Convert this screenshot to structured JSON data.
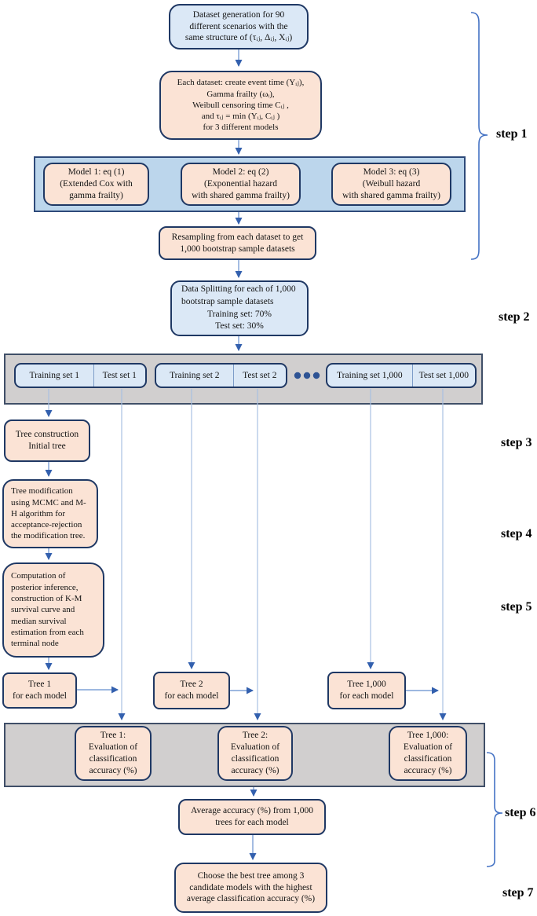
{
  "figure": {
    "steps": [
      {
        "label": "step 1"
      },
      {
        "label": "step 2"
      },
      {
        "label": "step 3"
      },
      {
        "label": "step 4"
      },
      {
        "label": "step 5"
      },
      {
        "label": "step 6"
      },
      {
        "label": "step 7"
      }
    ],
    "nodes": {
      "dataset_generation": "Dataset generation for 90\ndifferent scenarios with the\nsame structure of (τᵢⱼ, Δᵢⱼ, Xᵢⱼ)",
      "each_dataset": "Each dataset: create event time (Yᵢⱼ),\nGamma frailty (ωᵢ),\nWeibull censoring time Cᵢⱼ ,\nand τᵢⱼ = min (Yᵢⱼ, Cᵢⱼ )\nfor 3 different models",
      "model_1": "Model 1: eq (1)\n(Extended Cox with\ngamma frailty)",
      "model_2": "Model 2: eq (2)\n(Exponential hazard\nwith shared gamma frailty)",
      "model_3": "Model 3: eq (3)\n(Weibull hazard\nwith shared gamma frailty)",
      "resampling": "Resampling from each dataset to get\n1,000 bootstrap sample datasets",
      "data_splitting": {
        "line1": "Data Splitting for each of 1,000",
        "line2": "bootstrap sample datasets",
        "line3": "Training set:  70%",
        "line4": "Test set:  30%"
      },
      "split_sets": [
        {
          "train": "Training set 1",
          "test": "Test set 1"
        },
        {
          "train": "Training set 2",
          "test": "Test set 2"
        },
        {
          "train": "Training set 1,000",
          "test": "Test set 1,000"
        }
      ],
      "tree_construction": "Tree construction\nInitial tree",
      "tree_modification": "Tree modification\nusing MCMC and M-\nH algorithm for\nacceptance-rejection\nthe modification tree.",
      "computation": "Computation of\nposterior inference,\nconstruction of K-M\nsurvival curve and\nmedian survival\nestimation from each\nterminal node",
      "tree_1": "Tree 1\nfor each model",
      "tree_2": "Tree 2\nfor each model",
      "tree_1000": "Tree 1,000\nfor each model",
      "eval_1": "Tree 1:\nEvaluation of\nclassification\naccuracy (%)",
      "eval_2": "Tree 2:\nEvaluation of\nclassification\naccuracy (%)",
      "eval_1000": "Tree 1,000:\nEvaluation of\nclassification\naccuracy (%)",
      "average_accuracy": "Average accuracy (%) from 1,000\ntrees for each model",
      "choose_best": "Choose the best tree among 3\ncandidate models with the highest\naverage classification accuracy (%)"
    },
    "colors": {
      "peach_fill": "#fbe3d5",
      "light_blue_fill": "#dbe8f6",
      "blue_band_fill": "#bcd6ec",
      "gray_band_fill": "#d1cfcf",
      "navy_border": "#1f3864",
      "arrow_blue": "#3360ae",
      "bracket_blue": "#4472c4"
    }
  }
}
